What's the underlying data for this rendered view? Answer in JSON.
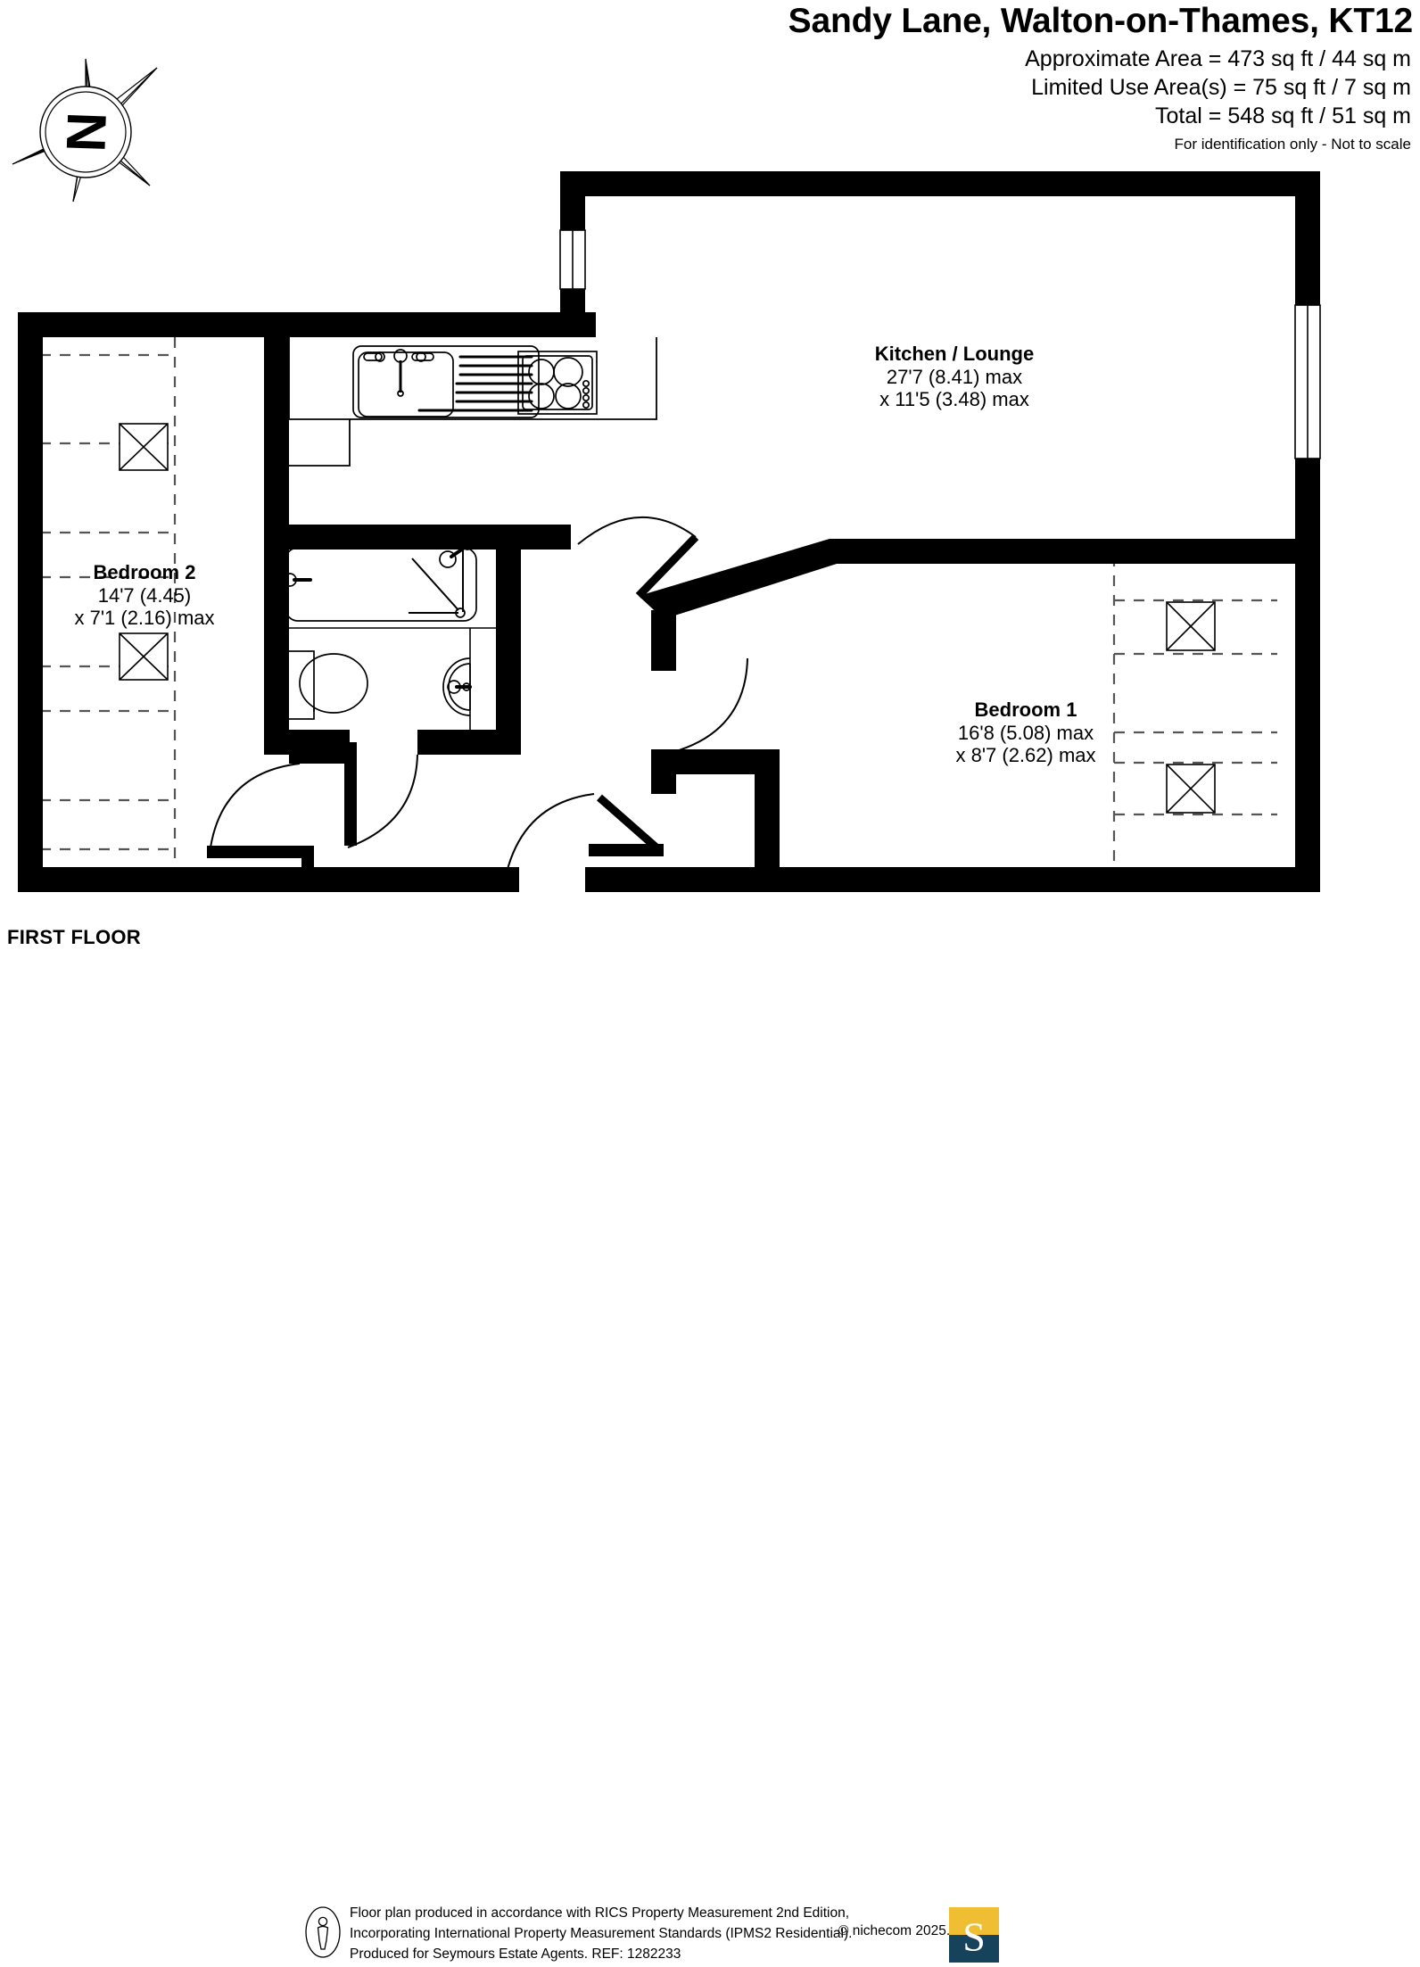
{
  "header": {
    "title": "Sandy Lane, Walton-on-Thames, KT12",
    "approximate_area": "Approximate Area = 473 sq ft / 44 sq m",
    "limited_use_area": "Limited Use Area(s) = 75 sq ft / 7 sq m",
    "total_area": "Total = 548 sq ft / 51 sq m",
    "disclaimer": "For identification only - Not to scale"
  },
  "compass": {
    "north_letter": "N"
  },
  "plan": {
    "floor_caption": "FIRST FLOOR",
    "rooms": [
      {
        "id": "kitchen-lounge",
        "name": "Kitchen / Lounge",
        "dim1": "27'7 (8.41) max",
        "dim2": "x 11'5 (3.48) max"
      },
      {
        "id": "bedroom-1",
        "name": "Bedroom 1",
        "dim1": "16'8 (5.08) max",
        "dim2": "x 8'7 (2.62) max"
      },
      {
        "id": "bedroom-2",
        "name": "Bedroom 2",
        "dim1": "14'7 (4.45)",
        "dim2": "x 7'1 (2.16) max"
      }
    ],
    "fixtures": [
      "kitchen-sink",
      "kitchen-hob",
      "bath",
      "toilet",
      "wash-basin"
    ],
    "colors": {
      "wall": "#000000",
      "floor": "#ffffff",
      "limited_use_dash": "#555555",
      "fixture_line": "#000000"
    }
  },
  "footer": {
    "line1": "Floor plan produced in accordance with RICS Property Measurement 2nd Edition,",
    "line2": "Incorporating International Property Measurement Standards (IPMS2 Residential).",
    "line3": "Produced for Seymours Estate Agents.    REF: 1282233",
    "copyright": "© nichecom 2025.",
    "logo_letter": "S",
    "logo_colors": {
      "top": "#EFBE33",
      "bottom": "#17425C",
      "letter": "#ffffff"
    }
  }
}
